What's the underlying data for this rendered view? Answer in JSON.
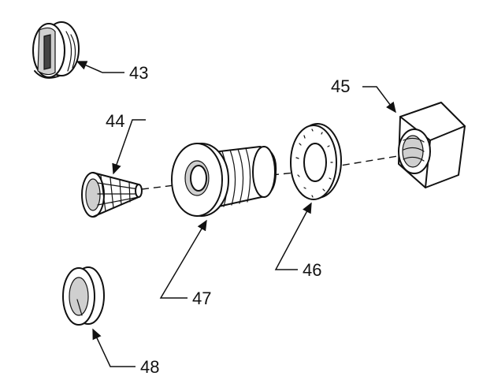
{
  "labels": {
    "part_43": "43",
    "part_44": "44",
    "part_45": "45",
    "part_46": "46",
    "part_47": "47",
    "part_48": "48"
  },
  "colors": {
    "line": "#111111",
    "background": "#ffffff"
  }
}
